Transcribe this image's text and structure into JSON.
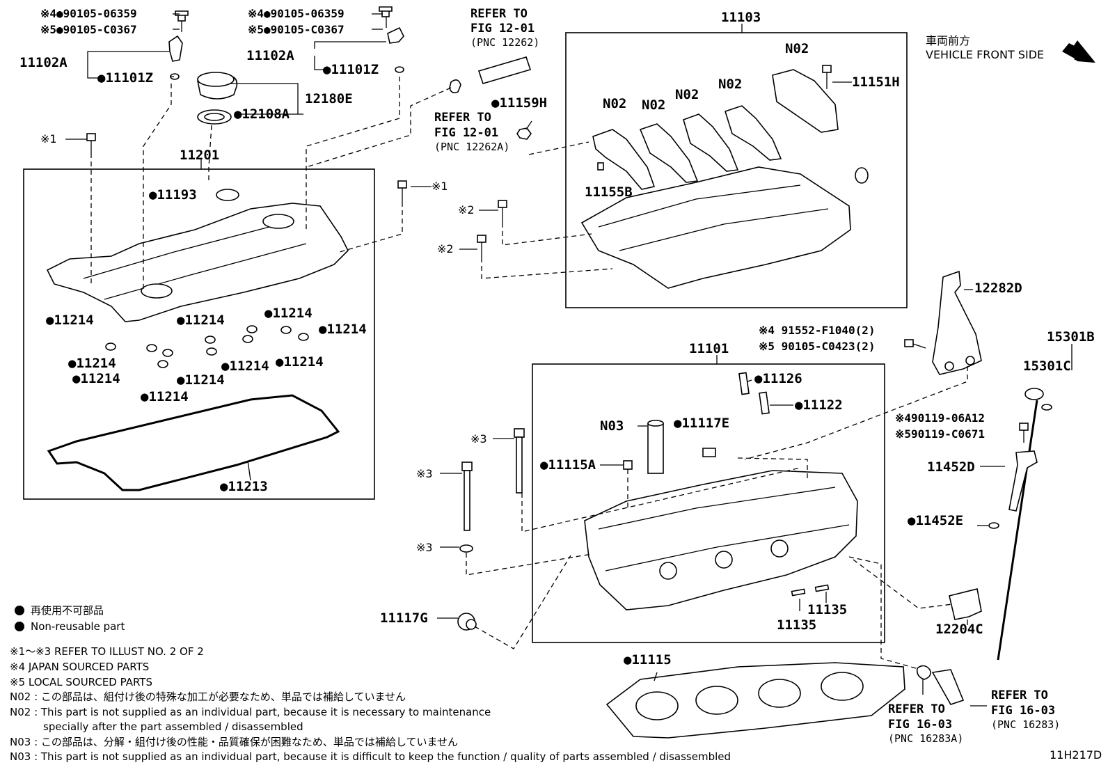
{
  "header": {
    "direction_jp": "車両前方",
    "direction_en": "VEHICLE FRONT SIDE"
  },
  "icons": {
    "direction": "arrow-icon",
    "bullet": "filled-circle-icon",
    "mark": "kome-mark"
  },
  "footer_code": "11H217D",
  "labels": {
    "p_90105_06359_a": "※4●90105-06359",
    "p_90105_c0367_a": "※5●90105-C0367",
    "p_90105_06359_b": "※4●90105-06359",
    "p_90105_c0367_b": "※5●90105-C0367",
    "p_11102a_a": "11102A",
    "p_11101z_a": "●11101Z",
    "p_11102a_b": "11102A",
    "p_11101z_b": "●11101Z",
    "p_12180e": "12180E",
    "p_12108a": "●12108A",
    "mark1_a": "※1",
    "p_11201": "11201",
    "p_11193": "●11193",
    "mark1_b": "※1",
    "p_11214_1": "●11214",
    "p_11214_2": "●11214",
    "p_11214_3": "●11214",
    "p_11214_4": "●11214",
    "p_11214_5": "●11214",
    "p_11214_6": "●11214",
    "p_11214_7": "●11214",
    "p_11214_8": "●11214",
    "p_11214_9": "●11214",
    "p_11214_10": "●11214",
    "p_11213": "●11213",
    "p_11159h": "●11159H",
    "p_11103": "11103",
    "n02_1": "N02",
    "n02_2": "N02",
    "n02_3": "N02",
    "n02_4": "N02",
    "n02_5": "N02",
    "p_11151h": "11151H",
    "p_11155b": "11155B",
    "mark2_a": "※2",
    "mark2_b": "※2",
    "p_12282d": "12282D",
    "p_91552": "※4 91552-F1040(2)",
    "p_90105_c0423": "※5 90105-C0423(2)",
    "p_11101": "11101",
    "p_15301b": "15301B",
    "p_15301c": "15301C",
    "p_11126": "●11126",
    "p_11122": "●11122",
    "n03": "N03",
    "p_11117e": "●11117E",
    "p_11115a": "●11115A",
    "mark3_a": "※3",
    "mark3_b": "※3",
    "mark3_c": "※3",
    "p_90119_06a12": "※490119-06A12",
    "p_90119_c0671": "※590119-C0671",
    "p_11452d": "11452D",
    "p_11452e": "●11452E",
    "p_11135_a": "11135",
    "p_11135_b": "11135",
    "p_12204c": "12204C",
    "p_11117g": "11117G",
    "p_11115": "●11115"
  },
  "refs": {
    "top_center": {
      "line1": "REFER TO",
      "line2": "FIG 12-01",
      "line3": "(PNC 12262)"
    },
    "mid_left": {
      "line1": "REFER TO",
      "line2": "FIG 12-01",
      "line3": "(PNC 12262A)"
    },
    "bottom_a": {
      "line1": "REFER TO",
      "line2": "FIG 16-03",
      "line3": "(PNC 16283A)"
    },
    "bottom_b": {
      "line1": "REFER TO",
      "line2": "FIG 16-03",
      "line3": "(PNC 16283)"
    }
  },
  "legend": {
    "nonreusable_jp": "再使用不可部品",
    "nonreusable_en": "Non-reusable part",
    "note1": "※1～※3  REFER TO ILLUST NO. 2 OF 2",
    "note4": "※4 JAPAN SOURCED PARTS",
    "note5": "※5 LOCAL SOURCED PARTS",
    "n02_jp": "N02 : この部品は、組付け後の特殊な加工が必要なため、単品では補給していません",
    "n02_en_1": "N02 : This part is not supplied as an individual part, because it is necessary to maintenance",
    "n02_en_2": "specially after the part assembled / disassembled",
    "n03_jp": "N03 : この部品は、分解・組付け後の性能・品質確保が困難なため、単品では補給していません",
    "n03_en": "N03 : This part is not supplied as an individual part, because it is difficult to keep the function / quality of parts  assembled / disassembled"
  }
}
